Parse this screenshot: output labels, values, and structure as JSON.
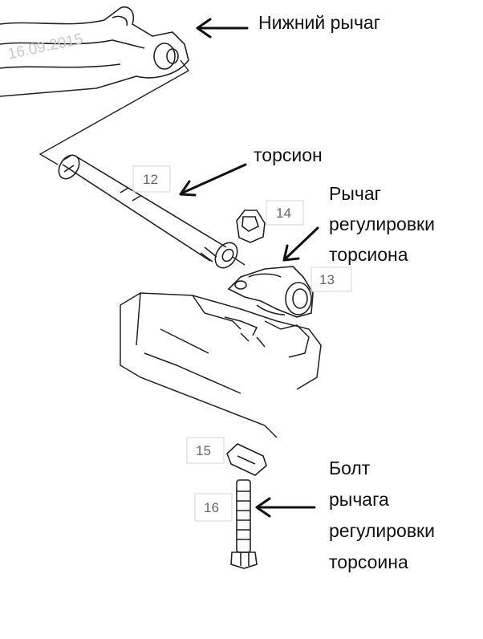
{
  "watermark": "16.09.2015",
  "labels": {
    "lower_arm": "Нижний рычаг",
    "torsion_bar": "торсион",
    "adjust_lever": [
      "Рычаг",
      "регулировки",
      "торсиона"
    ],
    "adjust_bolt": [
      "Болт",
      "рычага",
      "регулировки",
      "торсоина"
    ]
  },
  "callouts": {
    "torsion_bar": "12",
    "adjust_lever": "13",
    "bushing": "14",
    "nut": "15",
    "bolt": "16"
  },
  "colors": {
    "line": "#222222",
    "arrow": "#111111",
    "callout_box": "#dddddd",
    "callout_text": "#666666"
  }
}
